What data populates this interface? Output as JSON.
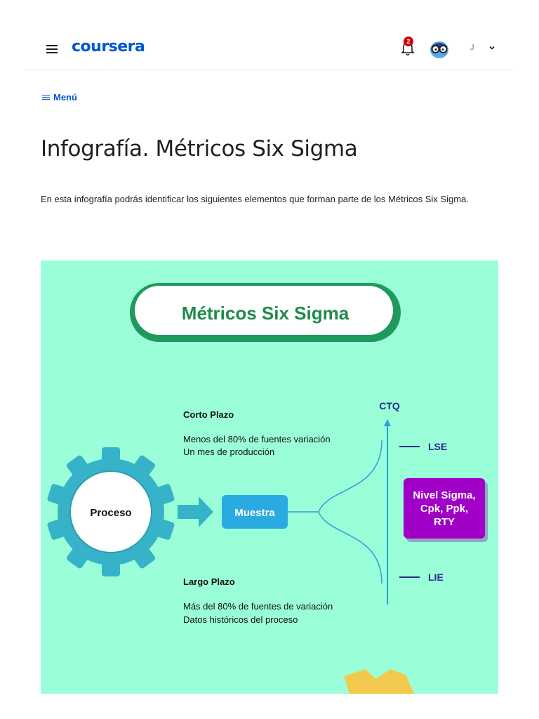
{
  "header": {
    "logo": "coursera",
    "notifications_count": "2",
    "user_initial": "J"
  },
  "menu_label": "Menú",
  "page": {
    "title": "Infografía. Métricos Six Sigma",
    "description": "En esta infografía podrás identificar los siguientes elementos que forman parte de los Métricos Six Sigma."
  },
  "infographic": {
    "banner": "Métricos Six Sigma",
    "corto_plazo": {
      "heading": "Corto Plazo",
      "line1": "Menos del 80%  de fuentes variación",
      "line2": "Un mes de producción"
    },
    "largo_plazo": {
      "heading": "Largo Plazo",
      "line1": "Más del 80% de fuentes de variación",
      "line2": "Datos históricos del proceso"
    },
    "proceso": "Proceso",
    "muestra": "Muestra",
    "ctq": "CTQ",
    "lse": "LSE",
    "lie": "LIE",
    "nivel": [
      "Nivel Sigma,",
      "Cpk, Ppk,",
      "RTY"
    ],
    "colors": {
      "background": "#9affd9",
      "banner_border": "#1f9a5c",
      "banner_text": "#1f8a4c",
      "gear": "#36b3c9",
      "muestra_box": "#29abe2",
      "nivel_box": "#a100c6",
      "axis": "#2e9fd6",
      "label": "#2a2a8a"
    }
  },
  "colors": {
    "brand": "#0056d2",
    "badge": "#d30001"
  }
}
